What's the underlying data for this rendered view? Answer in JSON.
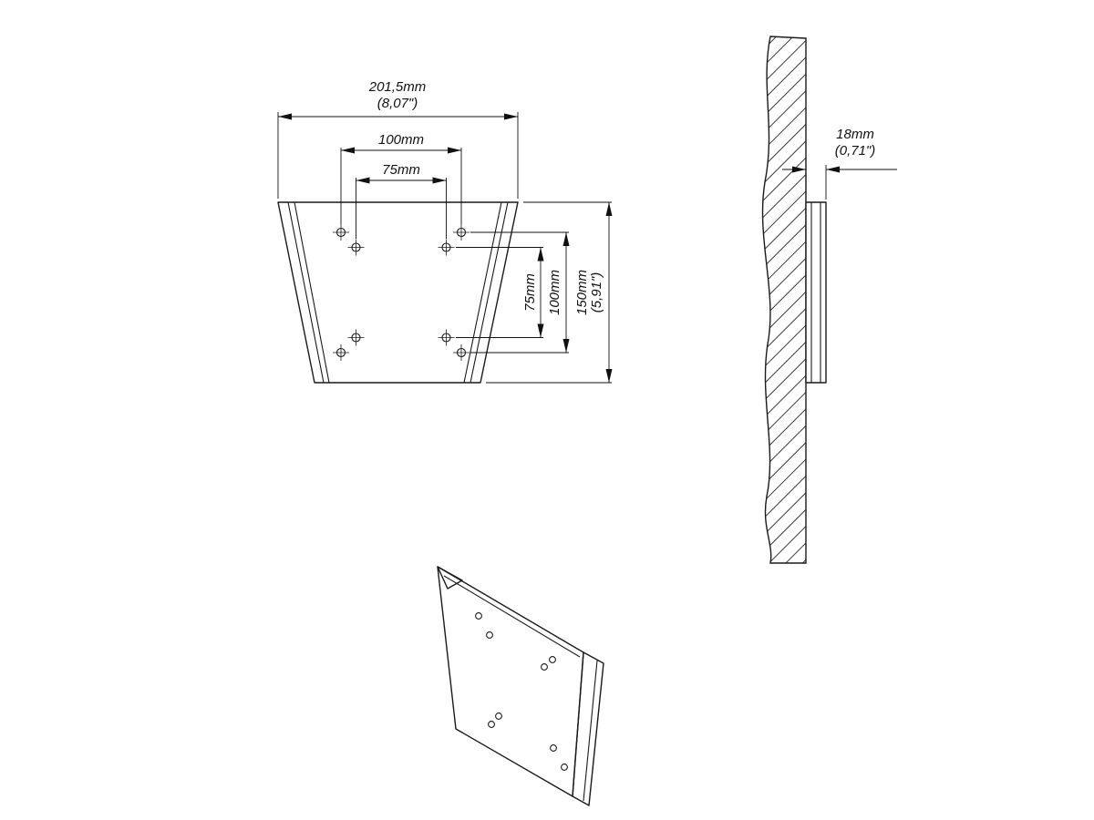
{
  "drawing": {
    "front_view": {
      "width_total_mm": "201,5mm",
      "width_total_in": "(8,07\")",
      "width_100": "100mm",
      "width_75": "75mm",
      "height_75": "75mm",
      "height_100": "100mm",
      "height_total_mm": "150mm",
      "height_total_in": "(5,91\")"
    },
    "side_view": {
      "depth_mm": "18mm",
      "depth_in": "(0,71\")"
    }
  }
}
